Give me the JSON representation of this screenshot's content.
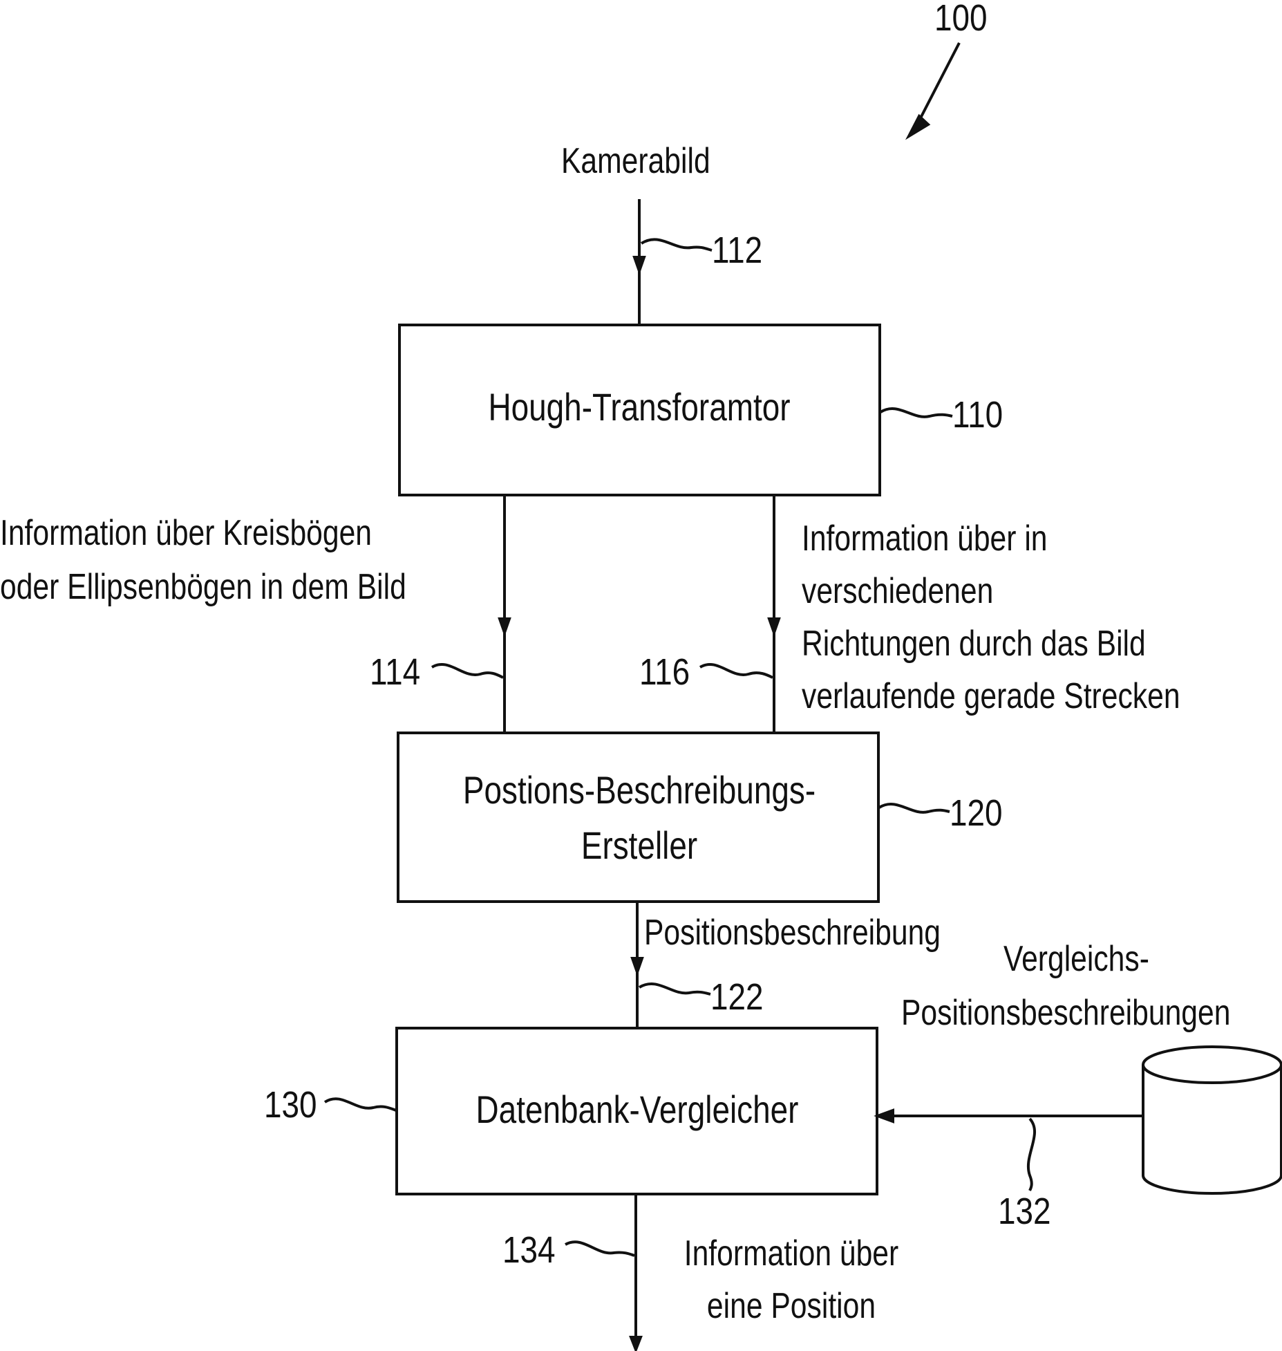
{
  "figure_ref": "100",
  "input": {
    "label": "Kamerabild",
    "ref": "112"
  },
  "boxes": {
    "hough": {
      "label": "Hough-Transforamtor",
      "ref": "110"
    },
    "position_creator": {
      "line1": "Postions-Beschreibungs-",
      "line2": "Ersteller",
      "ref": "120"
    },
    "comparator": {
      "label": "Datenbank-Vergleicher",
      "ref": "130"
    }
  },
  "edges": {
    "arcs": {
      "line1": "Information über Kreisbögen",
      "line2": "oder Ellipsenbögen in dem Bild",
      "ref": "114"
    },
    "lines": {
      "line1": "Information über in",
      "line2": "verschiedenen",
      "line3": "Richtungen durch das Bild",
      "line4": "verlaufende gerade Strecken",
      "ref": "116"
    },
    "description": {
      "label": "Positionsbeschreibung",
      "ref": "122"
    },
    "database": {
      "line1": "Vergleichs-",
      "line2": "Positionsbeschreibungen",
      "ref": "132"
    },
    "output": {
      "line1": "Information über",
      "line2": "eine Position",
      "ref": "134"
    }
  }
}
